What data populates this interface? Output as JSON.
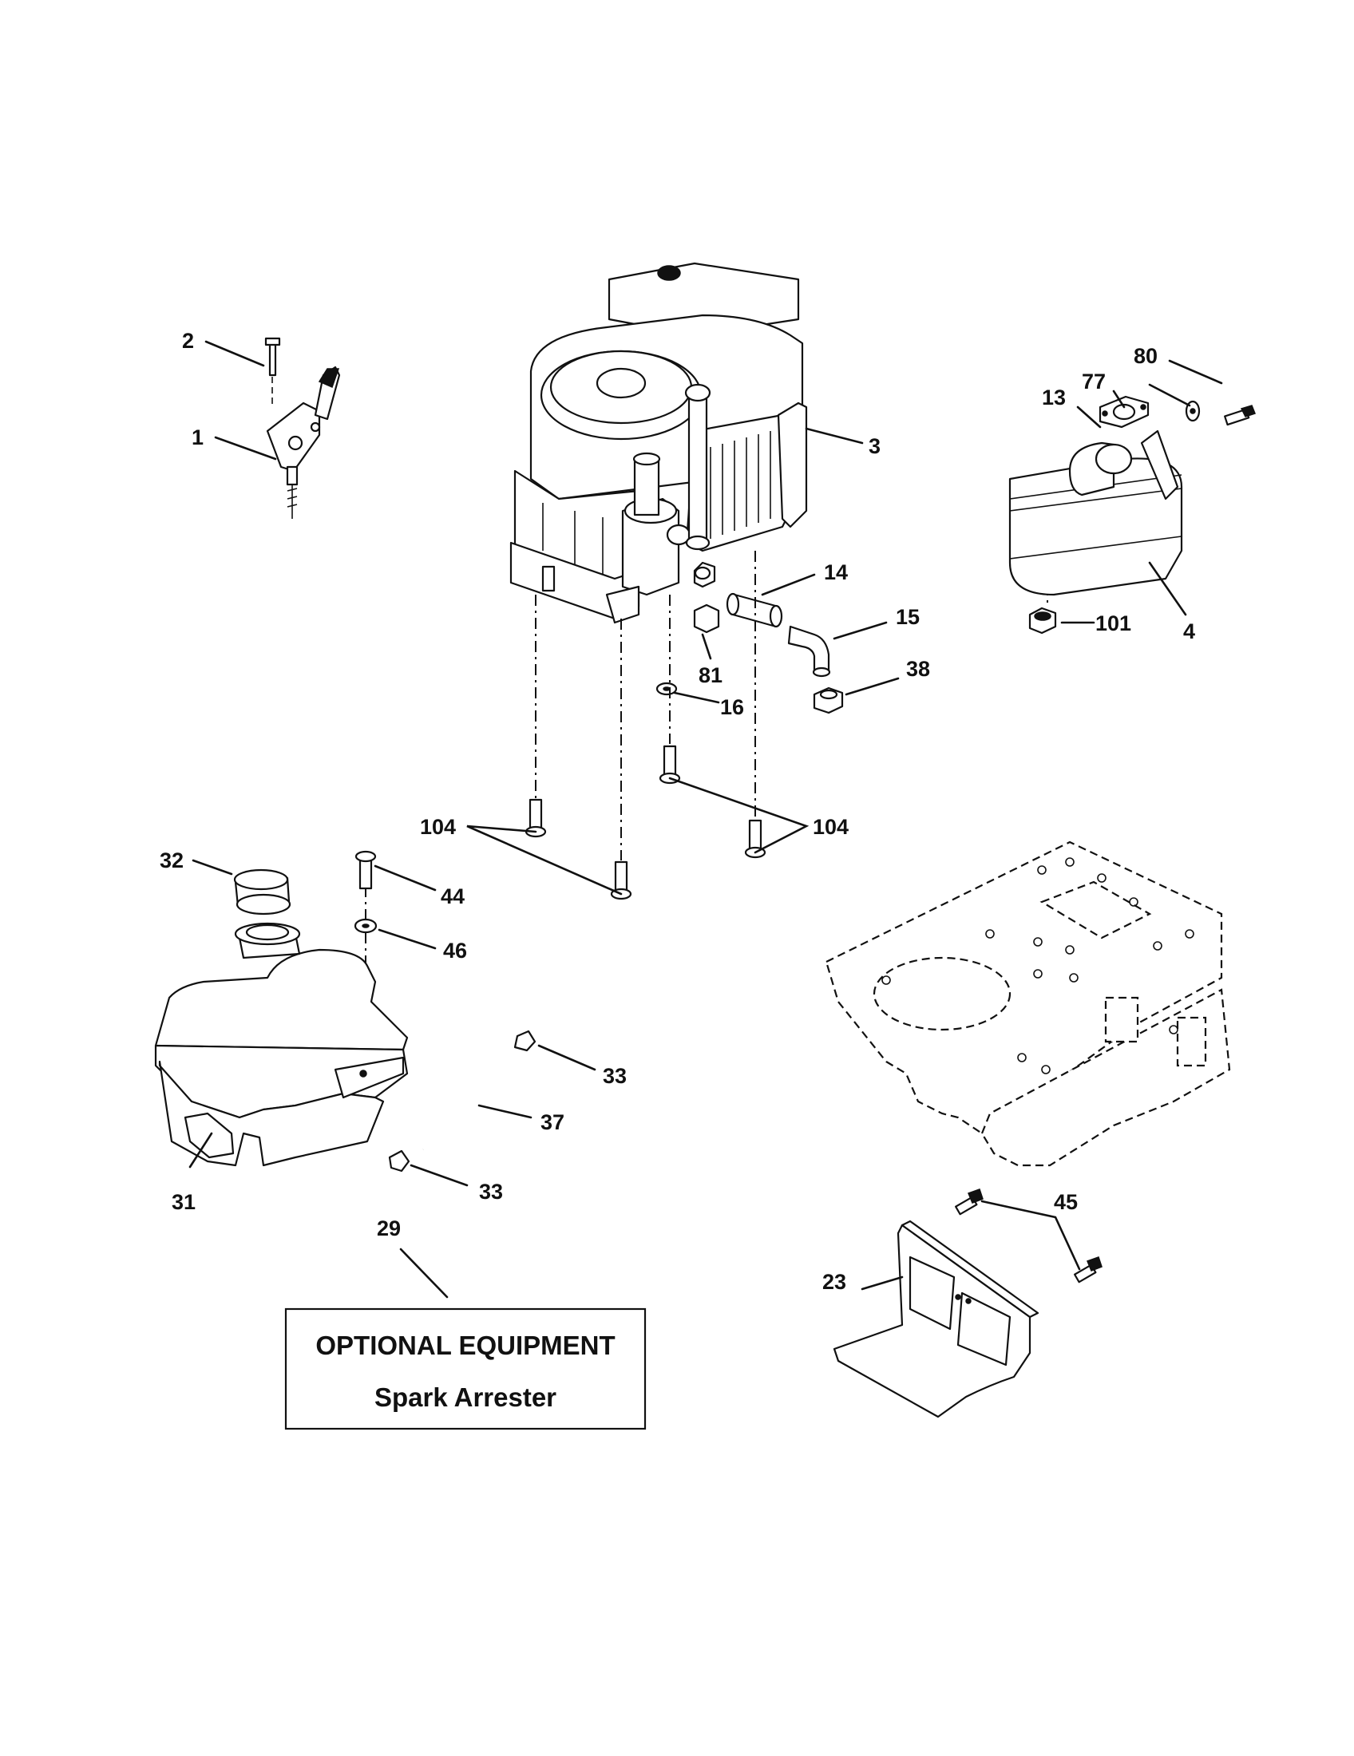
{
  "callouts": {
    "c1": "1",
    "c2": "2",
    "c3": "3",
    "c4": "4",
    "c13": "13",
    "c14": "14",
    "c15": "15",
    "c16": "16",
    "c23": "23",
    "c29": "29",
    "c31": "31",
    "c32": "32",
    "c33a": "33",
    "c33b": "33",
    "c37": "37",
    "c38": "38",
    "c44": "44",
    "c45": "45",
    "c46": "46",
    "c77": "77",
    "c80": "80",
    "c81": "81",
    "c101": "101",
    "c104a": "104",
    "c104b": "104"
  },
  "optional_box": {
    "line1": "OPTIONAL EQUIPMENT",
    "line2": "Spark Arrester"
  },
  "colors": {
    "ink": "#111111",
    "paper": "#ffffff"
  }
}
